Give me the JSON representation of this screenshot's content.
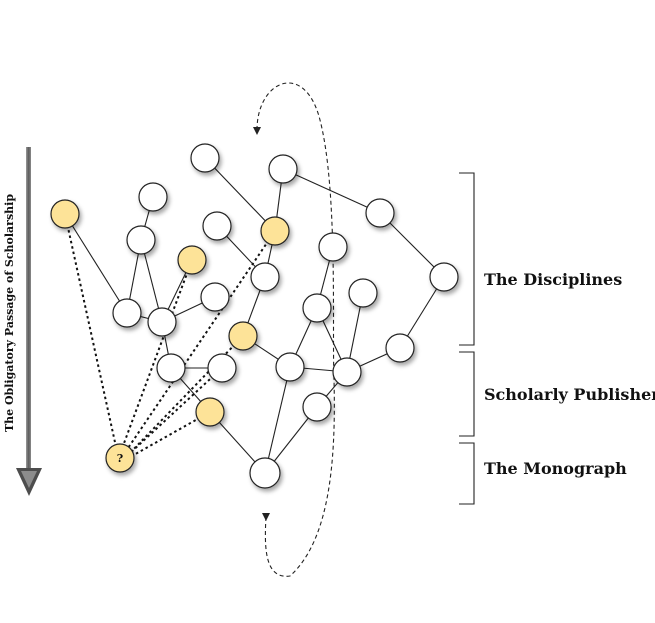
{
  "axis": {
    "label": "The Obligatory Passage of Scholarship"
  },
  "bands": [
    {
      "label": "The Disciplines"
    },
    {
      "label": "Scholarly Publishers"
    },
    {
      "label": "The Monograph"
    }
  ],
  "question_node": {
    "label": "?"
  },
  "colors": {
    "node_default": "#ffffff",
    "node_highlight": "#fde398",
    "stroke": "#222222",
    "arrow": "#6b6b6b"
  }
}
